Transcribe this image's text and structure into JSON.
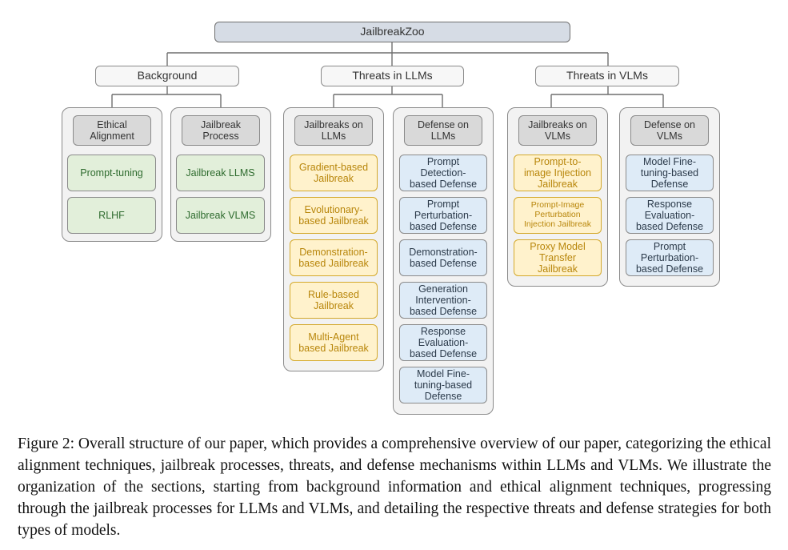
{
  "root": "JailbreakZoo",
  "categories": {
    "background": {
      "label": "Background",
      "groups": [
        {
          "title": "Ethical\nAlignment",
          "items": [
            "Prompt-tuning",
            "RLHF"
          ]
        },
        {
          "title": "Jailbreak\nProcess",
          "items": [
            "Jailbreak LLMS",
            "Jailbreak VLMS"
          ]
        }
      ]
    },
    "llms": {
      "label": "Threats in LLMs",
      "groups": [
        {
          "title": "Jailbreaks on\nLLMs",
          "items": [
            "Gradient-based\nJailbreak",
            "Evolutionary-\nbased Jailbreak",
            "Demonstration-\nbased Jailbreak",
            "Rule-based\nJailbreak",
            "Multi-Agent\nbased Jailbreak"
          ]
        },
        {
          "title": "Defense on\nLLMs",
          "items": [
            "Prompt\nDetection-\nbased Defense",
            "Prompt\nPerturbation-\nbased Defense",
            "Demonstration-\nbased Defense",
            "Generation\nIntervention-\nbased Defense",
            "Response\nEvaluation-\nbased Defense",
            "Model Fine-\ntuning-based\nDefense"
          ]
        }
      ]
    },
    "vlms": {
      "label": "Threats in VLMs",
      "groups": [
        {
          "title": "Jailbreaks on\nVLMs",
          "items": [
            "Prompt-to-\nimage Injection\nJailbreak",
            "Prompt-Image\nPerturbation\nInjection Jailbreak",
            "Proxy Model\nTransfer\nJailbreak"
          ]
        },
        {
          "title": "Defense on\nVLMs",
          "items": [
            "Model Fine-\ntuning-based\nDefense",
            "Response\nEvaluation-\nbased Defense",
            "Prompt\nPerturbation-\nbased Defense"
          ]
        }
      ]
    }
  },
  "colors": {
    "root_fill": "#d6dce5",
    "green_fill": "#e2efda",
    "yellow_fill": "#fff2cc",
    "yellow_border": "#d4a92c",
    "blue_fill": "#deebf7",
    "group_fill": "#f2f2f2",
    "header_fill": "#d9d9d9"
  },
  "caption": "Figure 2: Overall structure of our paper, which provides a comprehensive overview of our paper, categorizing the ethical alignment techniques, jailbreak processes, threats, and defense mechanisms within LLMs and VLMs. We illustrate the organization of the sections, starting from background information and ethical alignment techniques, progressing through the jailbreak processes for LLMs and VLMs, and detailing the respective threats and defense strategies for both types of models."
}
